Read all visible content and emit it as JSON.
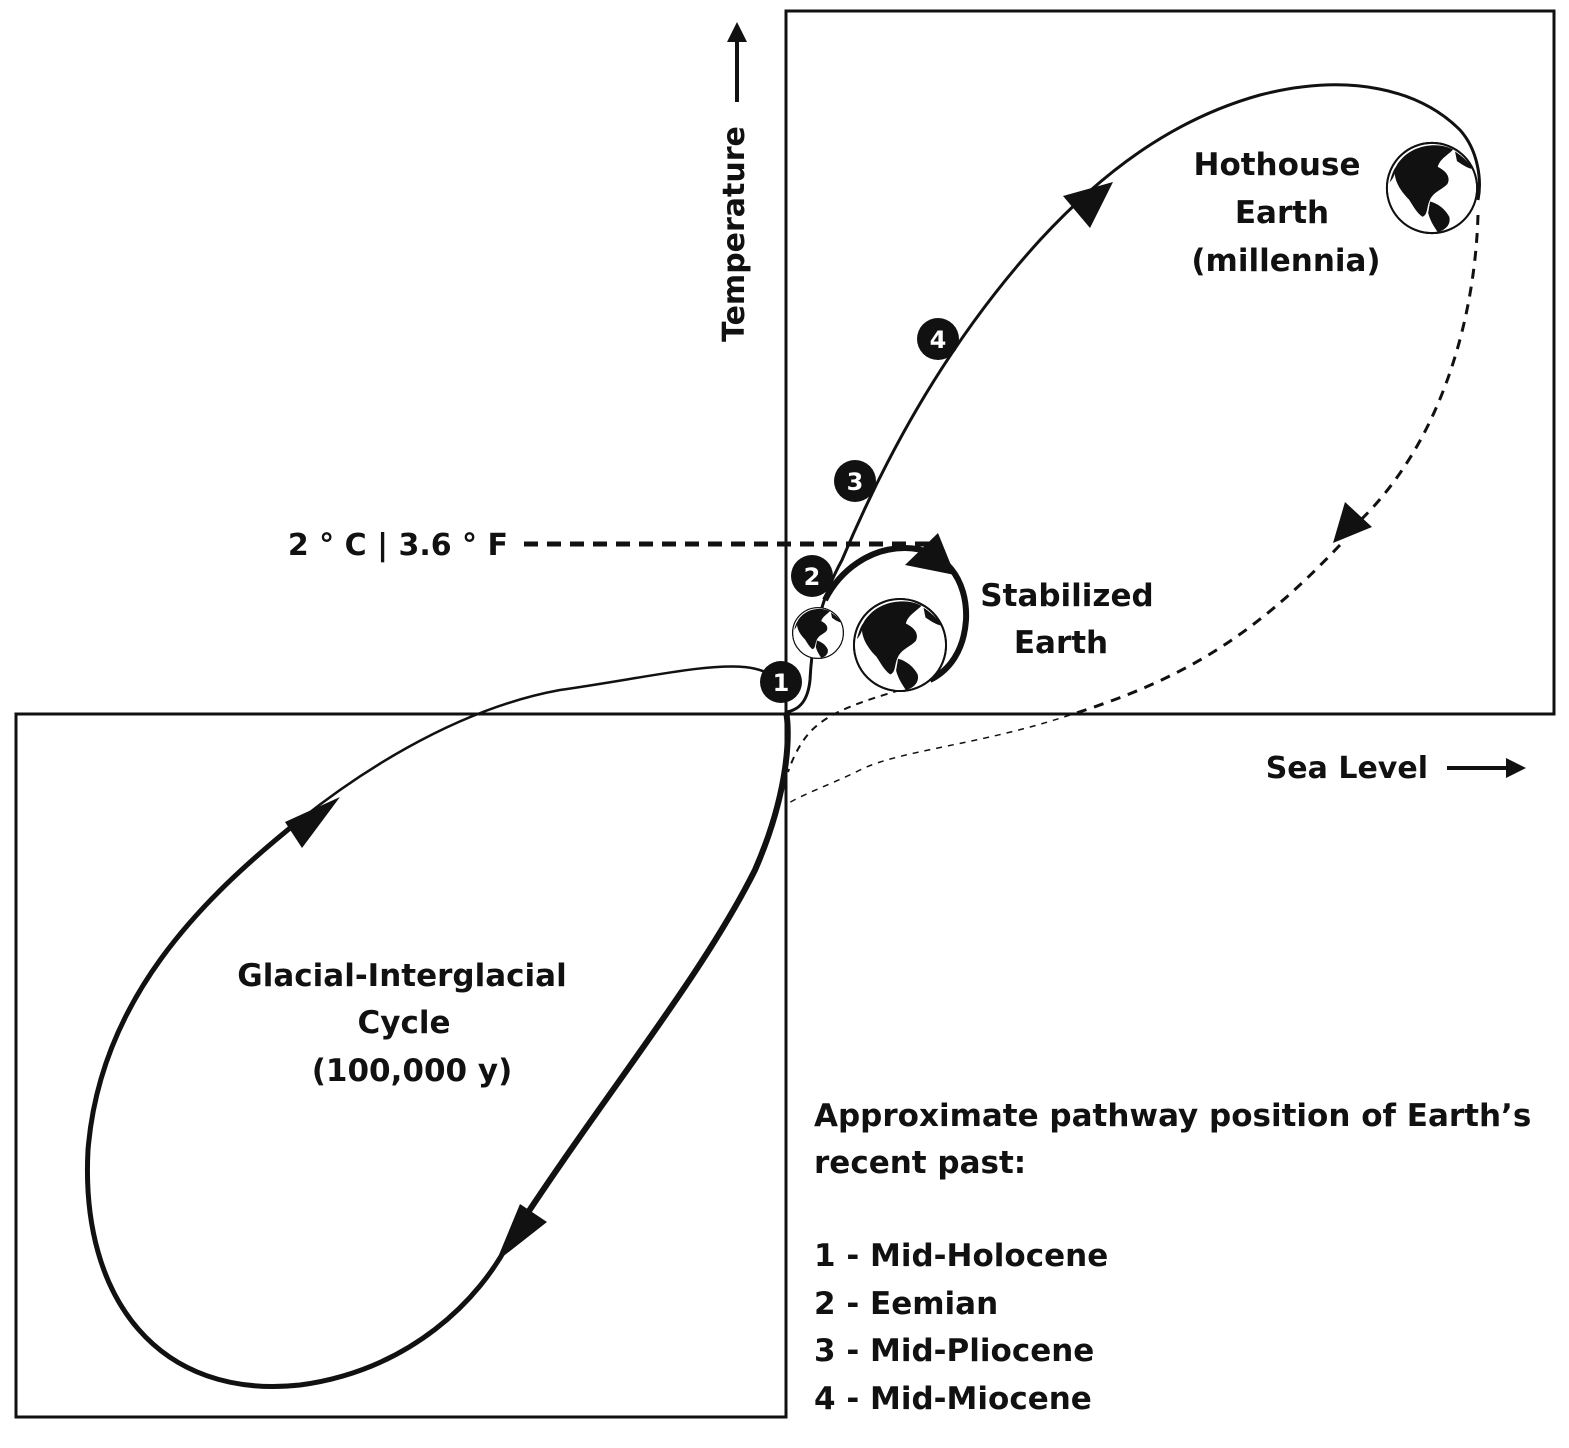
{
  "axes": {
    "y_label": "Temperature",
    "x_label": "Sea Level"
  },
  "threshold": {
    "label": "2 ° C | 3.6 ° F"
  },
  "regions": {
    "hothouse": [
      "Hothouse",
      "Earth",
      "(millennia)"
    ],
    "stabilized": [
      "Stabilized",
      "Earth"
    ],
    "glacial": [
      "Glacial-Interglacial",
      "Cycle",
      "(100,000 y)"
    ]
  },
  "markers": [
    {
      "number": "1"
    },
    {
      "number": "2"
    },
    {
      "number": "3"
    },
    {
      "number": "4"
    }
  ],
  "legend": {
    "title_line1": "Approximate pathway position of Earth’s",
    "title_line2": "recent past:",
    "items": [
      "1 - Mid-Holocene",
      "2 - Eemian",
      "3 - Mid-Pliocene",
      "4 - Mid-Miocene"
    ]
  },
  "icons": [
    "earth-globe-icon",
    "arrowhead-icon",
    "axis-arrow-icon"
  ],
  "colors": {
    "ink": "#111111",
    "background": "#ffffff"
  }
}
